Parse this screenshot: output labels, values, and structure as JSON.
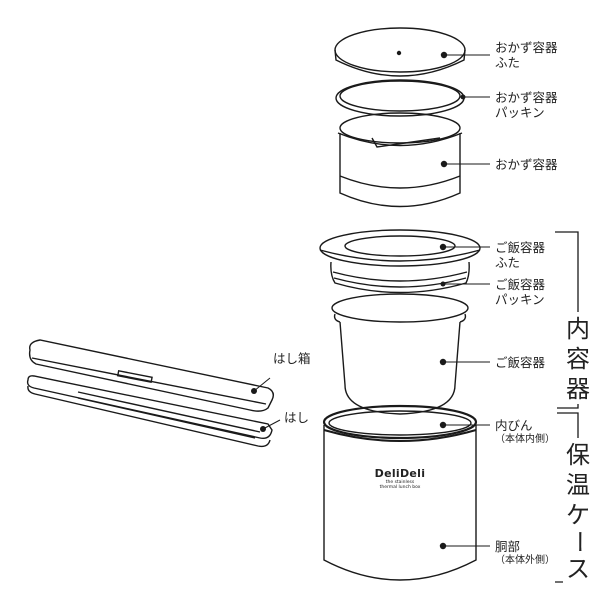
{
  "brand": {
    "name": "DeliDeli",
    "tagline_1": "the stainless",
    "tagline_2": "thermal lunch box"
  },
  "labels": {
    "okazu_lid": {
      "line1": "おかず容器",
      "line2": "ふた"
    },
    "okazu_packing": {
      "line1": "おかず容器",
      "line2": "パッキン"
    },
    "okazu_container": {
      "line1": "おかず容器"
    },
    "rice_lid": {
      "line1": "ご飯容器",
      "line2": "ふた"
    },
    "rice_packing": {
      "line1": "ご飯容器",
      "line2": "パッキン"
    },
    "rice_container": {
      "line1": "ご飯容器"
    },
    "inner_bottle": {
      "line1": "内びん",
      "line2": "（本体内側）"
    },
    "body": {
      "line1": "胴部",
      "line2": "（本体外側）"
    },
    "chopstick_case": {
      "line1": "はし箱"
    },
    "chopsticks": {
      "line1": "はし"
    }
  },
  "groups": {
    "inner_container": {
      "chars": [
        "内",
        "容",
        "器"
      ]
    },
    "thermal_case": {
      "chars": [
        "保",
        "温",
        "ケ",
        "ー",
        "ス"
      ]
    }
  },
  "colors": {
    "line": "#1a1a1a",
    "background": "#ffffff"
  }
}
